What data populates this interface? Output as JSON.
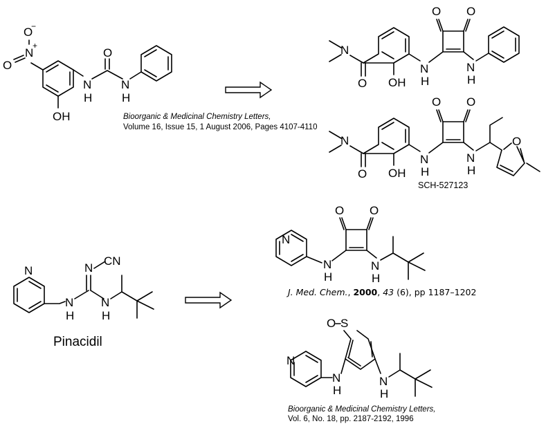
{
  "atoms": {
    "N": "N",
    "O": "O",
    "S": "S",
    "H": "H",
    "OH": "OH",
    "CN": "CN",
    "plus": "+",
    "minus": "−"
  },
  "references": {
    "ref1_journal": "Bioorganic & Medicinal Chemistry Letters,",
    "ref1_details": "Volume 16, Issue 15, 1 August 2006, Pages 4107-4110",
    "ref2_journal": "J. Med. Chem.",
    "ref2_sep": ", ",
    "ref2_year": "2000",
    "ref2_sep2": ", ",
    "ref2_volume": "43",
    "ref2_rest": " (6), pp 1187–1202",
    "ref3_journal": "Bioorganic & Medicinal Chemistry Letters,",
    "ref3_details": "Vol. 6, No. 18, pp. 2187-2192, 1996"
  },
  "labels": {
    "sch": "SCH-527123",
    "pinacidil": "Pinacidil"
  }
}
